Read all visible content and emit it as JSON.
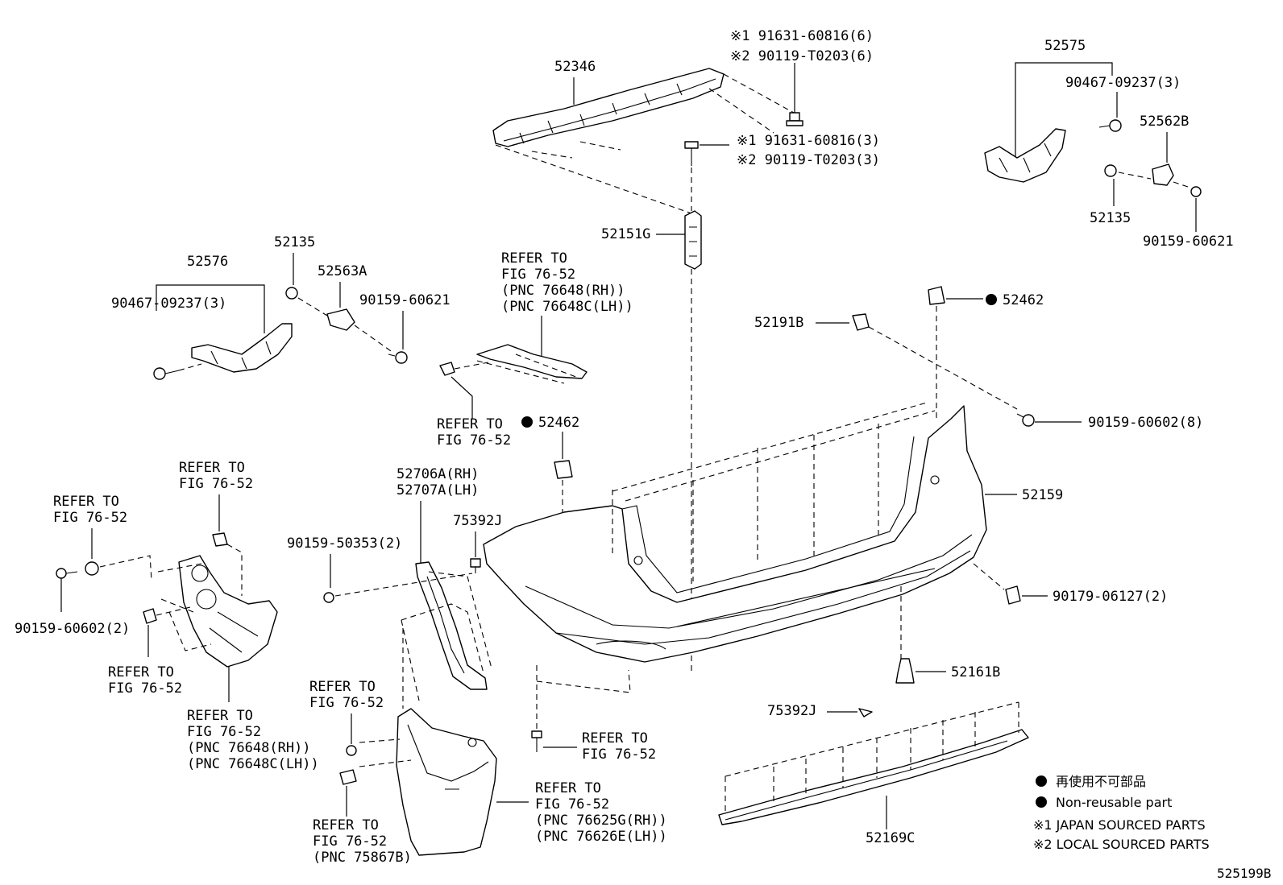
{
  "diagram_id": "525199B",
  "labels": {
    "p52346": "52346",
    "j91631_6": "※1 91631-60816(6)",
    "j90119_6": "※2 90119-T0203(6)",
    "j91631_3": "※1 91631-60816(3)",
    "j90119_3": "※2 90119-T0203(3)",
    "p52151G": "52151G",
    "p52575": "52575",
    "p90467_r": "90467-09237(3)",
    "p52562B": "52562B",
    "p52135_r": "52135",
    "p90159_60621_r": "90159-60621",
    "p52576": "52576",
    "p90467_l": "90467-09237(3)",
    "p52135_l": "52135",
    "p52563A": "52563A",
    "p90159_60621_l": "90159-60621",
    "ref_top_1": "REFER TO",
    "ref_top_2": "FIG 76-52",
    "ref_top_3": "(PNC 76648(RH))",
    "ref_top_4": "(PNC 76648C(LH))",
    "ref_mid_1": "REFER TO",
    "ref_mid_2": "FIG 76-52",
    "p52462_c": "52462",
    "p52462_r": "52462",
    "p52191B": "52191B",
    "p90159_60602_8": "90159-60602(8)",
    "p52159": "52159",
    "ref_ul_1": "REFER TO",
    "ref_ul_2": "FIG 76-52",
    "ref_l_1": "REFER TO",
    "ref_l_2": "FIG 76-52",
    "p90159_60602_2": "90159-60602(2)",
    "ref_ll_1": "REFER TO",
    "ref_ll_2": "FIG 76-52",
    "ref_lb_1": "REFER TO",
    "ref_lb_2": "FIG 76-52",
    "ref_lb_3": "(PNC 76648(RH))",
    "ref_lb_4": "(PNC 76648C(LH))",
    "p52706A": "52706A(RH)",
    "p52707A": "52707A(LH)",
    "p75392J_a": "75392J",
    "p90159_50353": "90159-50353(2)",
    "p90179": "90179-06127(2)",
    "p52161B": "52161B",
    "ref_mf_1": "REFER TO",
    "ref_mf_2": "FIG 76-52",
    "ref_b_1": "REFER TO",
    "ref_b_2": "FIG 76-52",
    "ref_mf3_1": "REFER TO",
    "ref_mf3_2": "FIG 76-52",
    "ref_mf3_3": "(PNC 75867B)",
    "ref_flap_1": "REFER TO",
    "ref_flap_2": "FIG 76-52",
    "ref_flap_3": "(PNC 76625G(RH))",
    "ref_flap_4": "(PNC 76626E(LH))",
    "p75392J_b": "75392J",
    "p52169C": "52169C"
  },
  "legend": {
    "non_reusable_jp": "再使用不可部品",
    "non_reusable_en": "Non-reusable part",
    "note1": "※1 JAPAN SOURCED PARTS",
    "note2": "※2 LOCAL SOURCED PARTS"
  }
}
